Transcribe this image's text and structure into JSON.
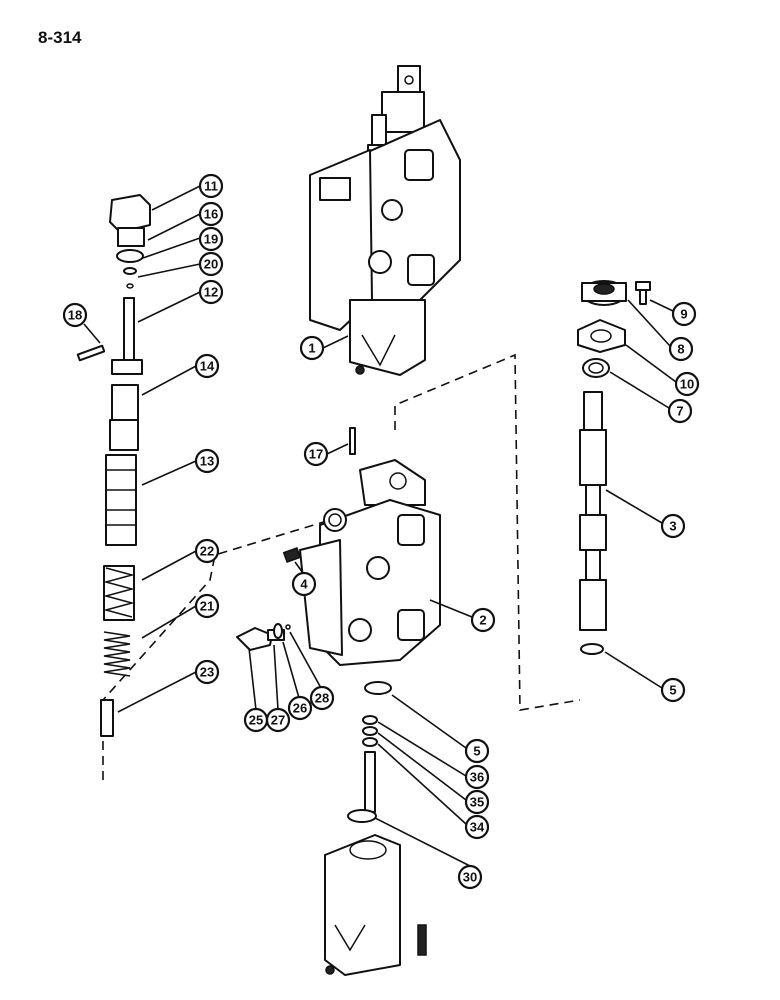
{
  "page_number": "8-314",
  "callouts": [
    {
      "id": "c1",
      "label": "1"
    },
    {
      "id": "c2",
      "label": "2"
    },
    {
      "id": "c3",
      "label": "3"
    },
    {
      "id": "c4",
      "label": "4"
    },
    {
      "id": "c5a",
      "label": "5"
    },
    {
      "id": "c5b",
      "label": "5"
    },
    {
      "id": "c7",
      "label": "7"
    },
    {
      "id": "c8",
      "label": "8"
    },
    {
      "id": "c9",
      "label": "9"
    },
    {
      "id": "c10",
      "label": "10"
    },
    {
      "id": "c11",
      "label": "11"
    },
    {
      "id": "c12",
      "label": "12"
    },
    {
      "id": "c13",
      "label": "13"
    },
    {
      "id": "c14",
      "label": "14"
    },
    {
      "id": "c16",
      "label": "16"
    },
    {
      "id": "c17",
      "label": "17"
    },
    {
      "id": "c18",
      "label": "18"
    },
    {
      "id": "c19",
      "label": "19"
    },
    {
      "id": "c20",
      "label": "20"
    },
    {
      "id": "c21",
      "label": "21"
    },
    {
      "id": "c22",
      "label": "22"
    },
    {
      "id": "c23",
      "label": "23"
    },
    {
      "id": "c25",
      "label": "25"
    },
    {
      "id": "c26",
      "label": "26"
    },
    {
      "id": "c27",
      "label": "27"
    },
    {
      "id": "c28",
      "label": "28"
    },
    {
      "id": "c30",
      "label": "30"
    },
    {
      "id": "c34",
      "label": "34"
    },
    {
      "id": "c35",
      "label": "35"
    },
    {
      "id": "c36",
      "label": "36"
    }
  ]
}
